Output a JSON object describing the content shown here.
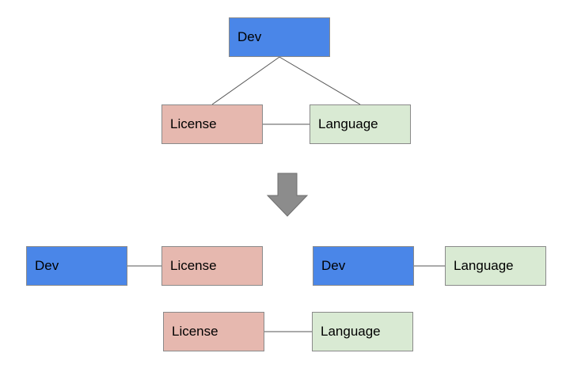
{
  "colors": {
    "dev": "#4a86e8",
    "license": "#e6b8af",
    "language": "#d9ead3",
    "border": "#8a8a8a",
    "connector": "#555555",
    "arrow": "#8c8c8c"
  },
  "top_tree": {
    "root": {
      "label": "Dev"
    },
    "left_child": {
      "label": "License"
    },
    "right_child": {
      "label": "Language"
    }
  },
  "arrow": {
    "icon": "down-arrow-icon"
  },
  "bottom_pairs": {
    "pair_1": {
      "left": "Dev",
      "right": "License"
    },
    "pair_2": {
      "left": "Dev",
      "right": "Language"
    },
    "pair_3": {
      "left": "License",
      "right": "Language"
    }
  }
}
